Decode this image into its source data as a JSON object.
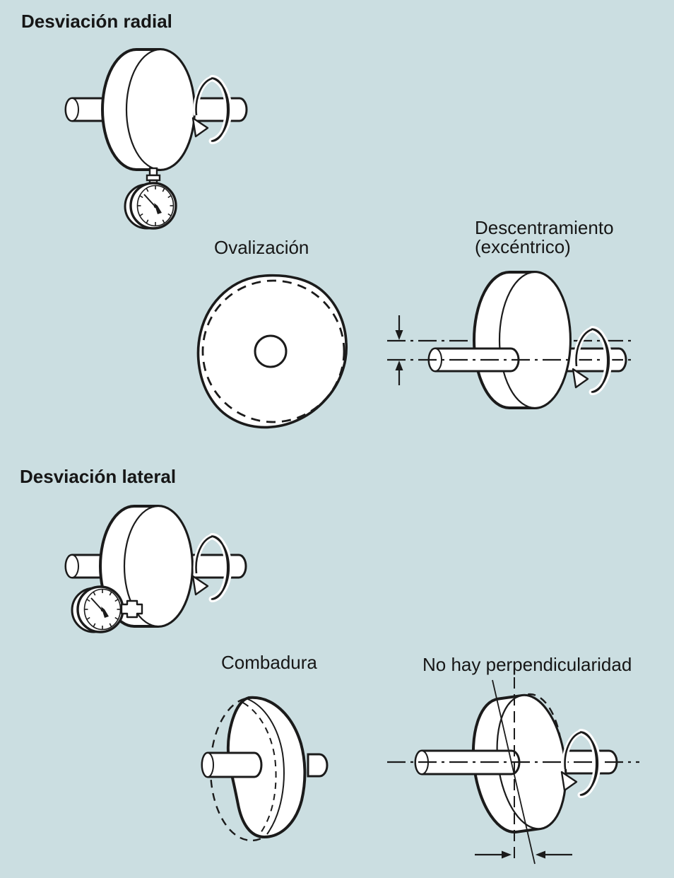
{
  "page": {
    "background_color": "#cbdee1",
    "line_color": "#1b1b1b",
    "fill_color": "#ffffff",
    "accent_color": "#e8a23c"
  },
  "sections": {
    "radial": {
      "title": "Desviación radial",
      "sub_labels": {
        "ovalizacion": "Ovalización",
        "descentramiento": {
          "line1": "Descentramiento",
          "line2": "(excéntrico)"
        }
      }
    },
    "lateral": {
      "title": "Desviación lateral",
      "sub_labels": {
        "combadura": "Combadura",
        "no_perpendicularidad": "No hay perpendicularidad"
      }
    }
  },
  "icons": {
    "rotation_arrow": "orange-rotation-band-arrow",
    "dial_gauge": "dial-indicator-gauge",
    "dimension_arrow": "black-dimension-arrow",
    "center_line": "dash-dot-center-line"
  }
}
